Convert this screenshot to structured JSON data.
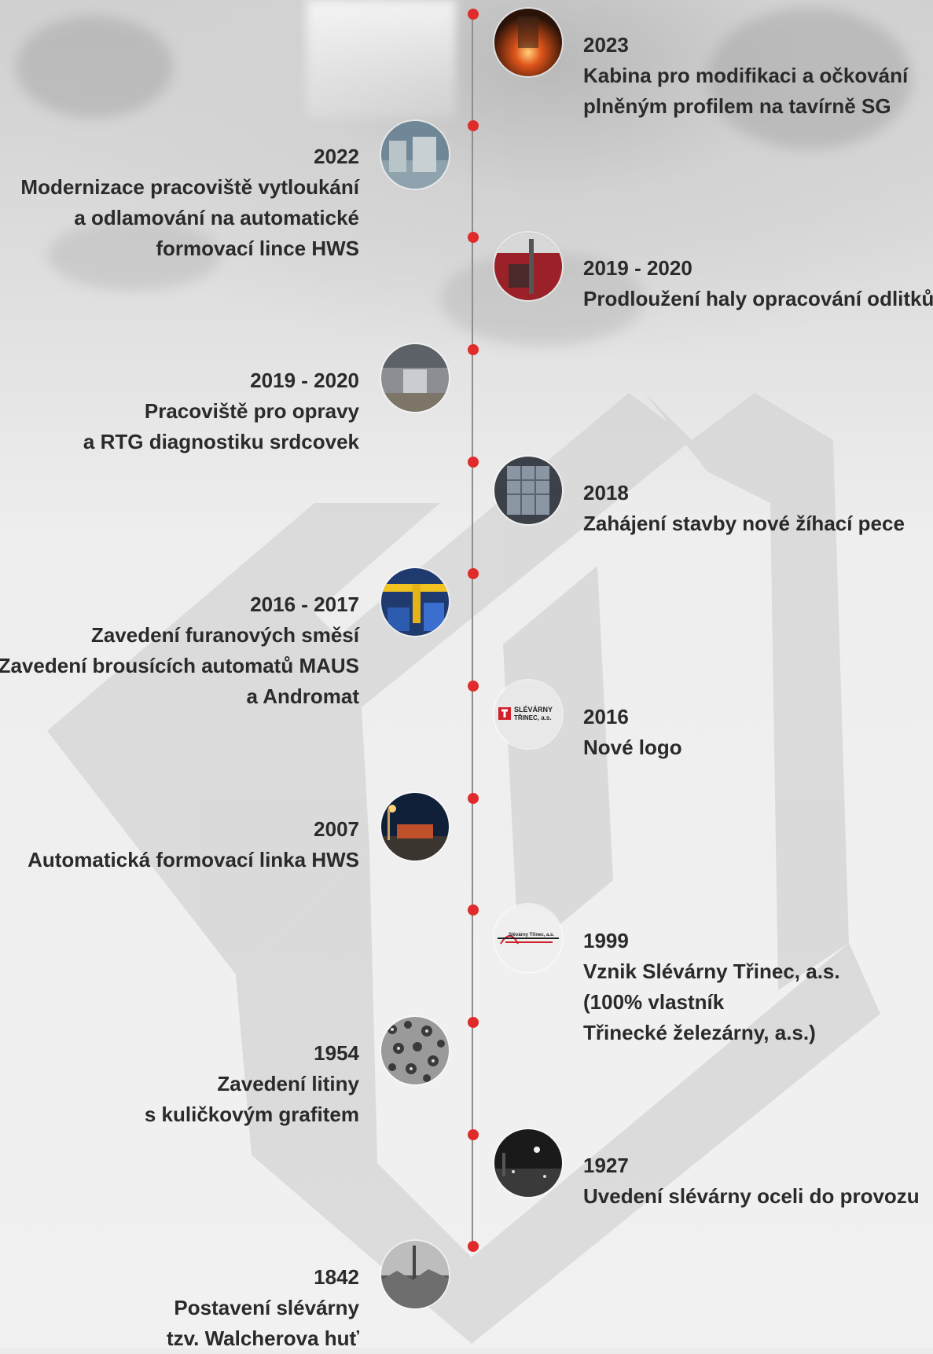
{
  "colors": {
    "dot": "#e02b2b",
    "axis": "#8e8e8e",
    "text": "#2a2a2a"
  },
  "events": [
    {
      "year": "2023",
      "lines": [
        "Kabina pro modifikaci a očkování",
        "plněným profilem na tavírně SG"
      ],
      "image": "furnace-glow"
    },
    {
      "year": "2022",
      "lines": [
        "Modernizace pracoviště vytloukání",
        "a odlamování na automatické",
        "formovací lince HWS"
      ],
      "image": "workshop"
    },
    {
      "year": "2019 - 2020",
      "lines": [
        "Prodloužení haly opracování odlitků"
      ],
      "image": "red-hall"
    },
    {
      "year": "2019 - 2020",
      "lines": [
        "Pracoviště pro opravy",
        "a RTG diagnostiku srdcovek"
      ],
      "image": "hall-interior"
    },
    {
      "year": "2018",
      "lines": [
        "Zahájení stavby nové žíhací pece"
      ],
      "image": "annealing-furnace"
    },
    {
      "year": "2016 - 2017",
      "lines": [
        "Zavedení furanových směsí",
        "Zavedení brousících automatů MAUS",
        "a Andromat"
      ],
      "image": "machinery"
    },
    {
      "year": "2016",
      "lines": [
        "Nové logo"
      ],
      "image": "new-logo",
      "logo_text": [
        "SLÉVÁRNY",
        "TŘINEC, a.s."
      ]
    },
    {
      "year": "2007",
      "lines": [
        "Automatická formovací linka HWS"
      ],
      "image": "molding-line"
    },
    {
      "year": "1999",
      "lines": [
        "Vznik Slévárny Třinec, a.s.",
        "(100% vlastník",
        "Třinecké železárny, a.s.)"
      ],
      "image": "old-logo",
      "logo_text": [
        "Slévárny Třinec, a.s."
      ]
    },
    {
      "year": "1954",
      "lines": [
        "Zavedení litiny",
        "s kuličkovým grafitem"
      ],
      "image": "graphite-microstructure"
    },
    {
      "year": "1927",
      "lines": [
        "Uvedení slévárny oceli do provozu"
      ],
      "image": "night-plant"
    },
    {
      "year": "1842",
      "lines": [
        "Postavení slévárny",
        "tzv. Walcherova huť"
      ],
      "image": "historic-works"
    }
  ]
}
